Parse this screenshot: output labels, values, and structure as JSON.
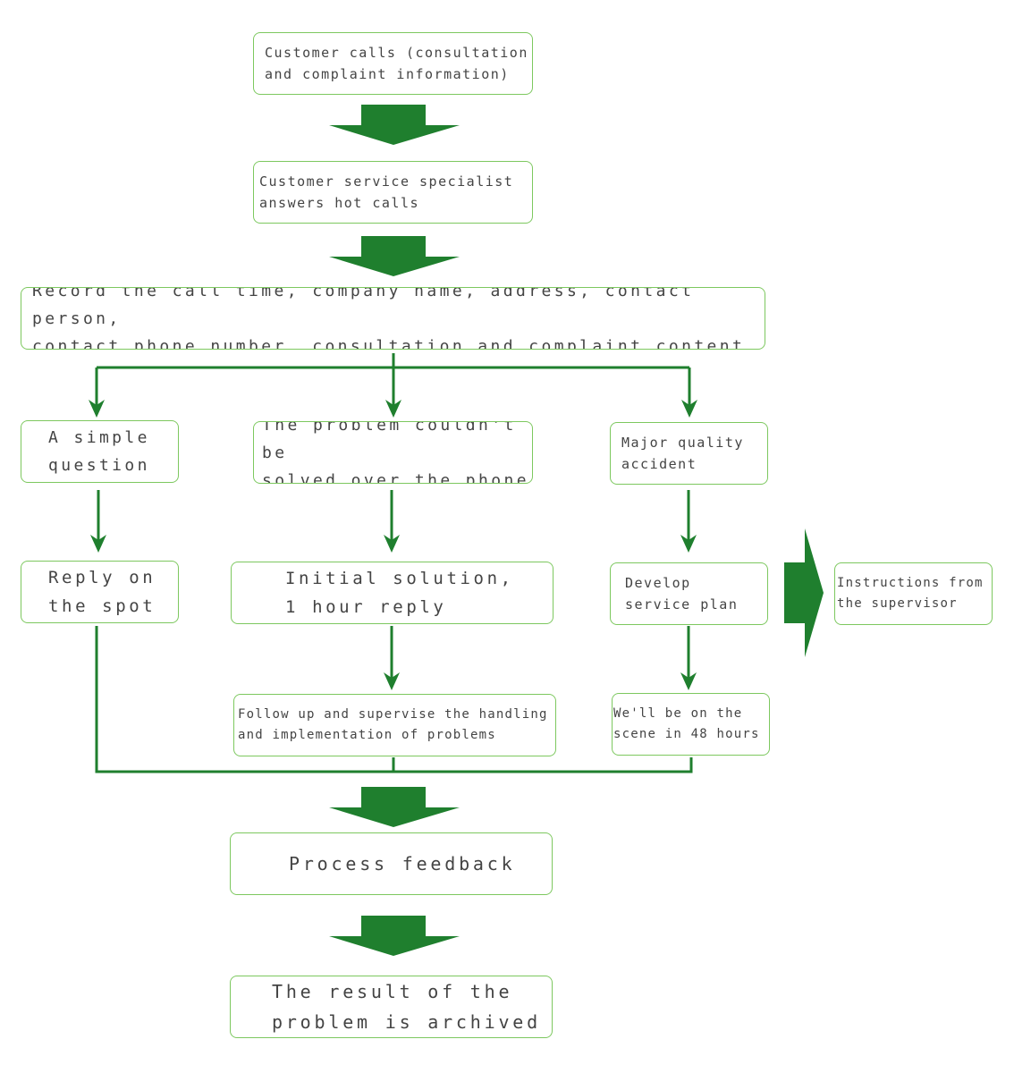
{
  "colors": {
    "arrow_fill": "#1f7f2e",
    "connector_line": "#1f7f2e",
    "box_border": "#7dc85f",
    "text": "#444444",
    "background": "#ffffff"
  },
  "flowchart": {
    "step_customer_calls": "Customer calls (consultation\nand complaint information)",
    "step_specialist_answers": "Customer service specialist\nanswers hot calls",
    "step_record_details": "Record the call time, company name, address, contact person,\ncontact phone number, consultation and complaint content",
    "branch_simple": {
      "question": "A simple\nquestion",
      "action": "Reply on\nthe spot"
    },
    "branch_phone": {
      "question": "The problem couldn't be\nsolved over the phone",
      "action": "Initial solution,\n1 hour reply",
      "followup": "Follow up and supervise the handling\nand implementation of problems"
    },
    "branch_major": {
      "question": "Major quality\naccident",
      "action": "Develop\nservice plan",
      "followup": "We'll be on the\nscene in 48 hours",
      "side_note": "Instructions from\nthe supervisor"
    },
    "step_process_feedback": "Process feedback",
    "step_result_archived": "The result of the\nproblem is archived"
  }
}
